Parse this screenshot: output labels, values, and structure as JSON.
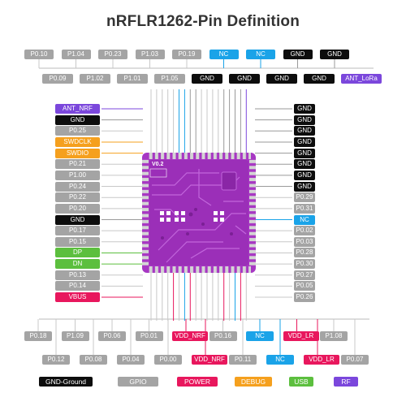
{
  "title": "nRFLR1262-Pin Definition",
  "colors": {
    "gnd": "#0d0d0d",
    "gpio": "#a4a4a4",
    "power": "#e8175d",
    "debug": "#f5a01e",
    "usb": "#5cbf3e",
    "rf": "#7b47dc",
    "nc": "#1aa3e8",
    "board": "#a737c3"
  },
  "board_label": "V0.2",
  "pins": {
    "top_row1": [
      {
        "label": "P0.10",
        "type": "gpio"
      },
      {
        "label": "P1.04",
        "type": "gpio"
      },
      {
        "label": "P0.23",
        "type": "gpio"
      },
      {
        "label": "P1.03",
        "type": "gpio"
      },
      {
        "label": "P0.19",
        "type": "gpio"
      },
      {
        "label": "NC",
        "type": "nc"
      },
      {
        "label": "NC",
        "type": "nc"
      },
      {
        "label": "GND",
        "type": "gnd"
      },
      {
        "label": "GND",
        "type": "gnd"
      }
    ],
    "top_row2": [
      {
        "label": "P0.09",
        "type": "gpio"
      },
      {
        "label": "P1.02",
        "type": "gpio"
      },
      {
        "label": "P1.01",
        "type": "gpio"
      },
      {
        "label": "P1.05",
        "type": "gpio"
      },
      {
        "label": "GND",
        "type": "gnd"
      },
      {
        "label": "GND",
        "type": "gnd"
      },
      {
        "label": "GND",
        "type": "gnd"
      },
      {
        "label": "GND",
        "type": "gnd"
      },
      {
        "label": "ANT_LoRa",
        "type": "rf"
      }
    ],
    "left": [
      {
        "label": "ANT_NRF",
        "type": "rf"
      },
      {
        "label": "GND",
        "type": "gnd"
      },
      {
        "label": "P0.25",
        "type": "gpio"
      },
      {
        "label": "SWDCLK",
        "type": "debug"
      },
      {
        "label": "SWDIO",
        "type": "debug"
      },
      {
        "label": "P0.21",
        "type": "gpio"
      },
      {
        "label": "P1.00",
        "type": "gpio"
      },
      {
        "label": "P0.24",
        "type": "gpio"
      },
      {
        "label": "P0.22",
        "type": "gpio"
      },
      {
        "label": "P0.20",
        "type": "gpio"
      },
      {
        "label": "GND",
        "type": "gnd"
      },
      {
        "label": "P0.17",
        "type": "gpio"
      },
      {
        "label": "P0.15",
        "type": "gpio"
      },
      {
        "label": "DP",
        "type": "usb"
      },
      {
        "label": "DN",
        "type": "usb"
      },
      {
        "label": "P0.13",
        "type": "gpio"
      },
      {
        "label": "P0.14",
        "type": "gpio"
      },
      {
        "label": "VBUS",
        "type": "power"
      }
    ],
    "right": [
      {
        "label": "GND",
        "type": "gnd"
      },
      {
        "label": "GND",
        "type": "gnd"
      },
      {
        "label": "GND",
        "type": "gnd"
      },
      {
        "label": "GND",
        "type": "gnd"
      },
      {
        "label": "GND",
        "type": "gnd"
      },
      {
        "label": "GND",
        "type": "gnd"
      },
      {
        "label": "GND",
        "type": "gnd"
      },
      {
        "label": "GND",
        "type": "gnd"
      },
      {
        "label": "P0.29",
        "type": "gpio"
      },
      {
        "label": "P0.31",
        "type": "gpio"
      },
      {
        "label": "NC",
        "type": "nc"
      },
      {
        "label": "P0.02",
        "type": "gpio"
      },
      {
        "label": "P0.03",
        "type": "gpio"
      },
      {
        "label": "P0.28",
        "type": "gpio"
      },
      {
        "label": "P0.30",
        "type": "gpio"
      },
      {
        "label": "P0.27",
        "type": "gpio"
      },
      {
        "label": "P0.05",
        "type": "gpio"
      },
      {
        "label": "P0.26",
        "type": "gpio"
      }
    ],
    "bottom_row1": [
      {
        "label": "P0.18",
        "type": "gpio"
      },
      {
        "label": "P1.09",
        "type": "gpio"
      },
      {
        "label": "P0.06",
        "type": "gpio"
      },
      {
        "label": "P0.01",
        "type": "gpio"
      },
      {
        "label": "VDD_NRF",
        "type": "power"
      },
      {
        "label": "P0.16",
        "type": "gpio"
      },
      {
        "label": "NC",
        "type": "nc"
      },
      {
        "label": "VDD_LR",
        "type": "power"
      },
      {
        "label": "P1.08",
        "type": "gpio"
      }
    ],
    "bottom_row2": [
      {
        "label": "P0.12",
        "type": "gpio"
      },
      {
        "label": "P0.08",
        "type": "gpio"
      },
      {
        "label": "P0.04",
        "type": "gpio"
      },
      {
        "label": "P0.00",
        "type": "gpio"
      },
      {
        "label": "VDD_NRF",
        "type": "power"
      },
      {
        "label": "P0.11",
        "type": "gpio"
      },
      {
        "label": "NC",
        "type": "nc"
      },
      {
        "label": "VDD_LR",
        "type": "power"
      },
      {
        "label": "P0.07",
        "type": "gpio"
      }
    ]
  },
  "legend": [
    {
      "label": "GND-Ground",
      "type": "gnd"
    },
    {
      "label": "GPIO",
      "type": "gpio"
    },
    {
      "label": "POWER",
      "type": "power"
    },
    {
      "label": "DEBUG",
      "type": "debug"
    },
    {
      "label": "USB",
      "type": "usb"
    },
    {
      "label": "RF",
      "type": "rf"
    }
  ]
}
